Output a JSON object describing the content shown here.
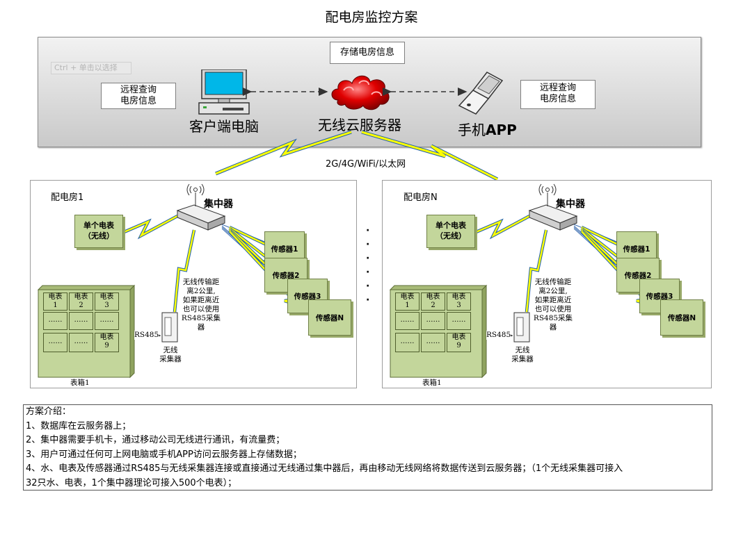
{
  "title": "配电房监控方案",
  "cloud": {
    "storage": "存储电房信息",
    "hint": "Ctrl + 单击以选择",
    "query_left": [
      "远程查询",
      "电房信息"
    ],
    "query_right": [
      "远程查询",
      "电房信息"
    ],
    "pc_label": "客户端电脑",
    "server_label": "无线云服务器",
    "phone_label_cn": "手机",
    "phone_label_en": "APP"
  },
  "network_label": "2G/4G/WiFi/以太网",
  "rooms": [
    {
      "name": "配电房1",
      "hub": "集中器",
      "single_meter": [
        "单个电表",
        "（无线）"
      ],
      "sensors": [
        "传感器1",
        "传感器2",
        "传感器3",
        "传感器N"
      ],
      "distance_note": [
        "无线传输距",
        "离2公里,",
        "如果距离近",
        "也可以使用",
        "RS485采集",
        "器"
      ],
      "collector": [
        "无线",
        "采集器"
      ],
      "rs485": "RS485",
      "cabinet": "表箱1",
      "meters": [
        "电表",
        "1",
        "电表",
        "2",
        "电表",
        "3",
        "……",
        "……",
        "……",
        "……",
        "……",
        "电表",
        "9"
      ]
    },
    {
      "name": "配电房N",
      "hub": "集中器",
      "single_meter": [
        "单个电表",
        "（无线）"
      ],
      "sensors": [
        "传感器1",
        "传感器2",
        "传感器3",
        "传感器N"
      ],
      "distance_note": [
        "无线传输距",
        "离2公里,",
        "如果距离近",
        "也可以使用",
        "RS485采集",
        "器"
      ],
      "collector": [
        "无线",
        "采集器"
      ],
      "rs485": "RS485",
      "cabinet": "表箱1",
      "meters": [
        "电表",
        "1",
        "电表",
        "2",
        "电表",
        "3",
        "……",
        "……",
        "……",
        "……",
        "……",
        "电表",
        "9"
      ]
    }
  ],
  "notes": {
    "heading": "方案介绍：",
    "items": [
      "1、数据库在云服务器上；",
      "2、集中器需要手机卡，通过移动公司无线进行通讯，有流量费；",
      "3、用户可通过任何可上网电脑或手机APP访问云服务器上存储数据；",
      "4、水、电表及传感器通过RS485与无线采集器连接或直接通过无线通过集中器后，再由移动无线网络将数据传送到云服务器；（1个无线采集器可接入",
      "32只水、电表，1个集中器理论可接入500个电表）；"
    ]
  },
  "colors": {
    "green": "#c3d69b",
    "lightning": "#ffff00",
    "cloud": "#e00000"
  }
}
